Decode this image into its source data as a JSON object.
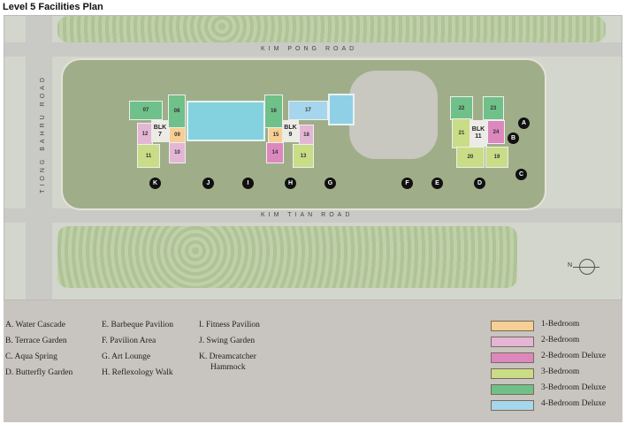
{
  "title": "Level 5 Facilities Plan",
  "roads": {
    "top": "KIM PONG ROAD",
    "bottom": "KIM TIAN ROAD",
    "left": "TIONG BAHRU ROAD"
  },
  "blocks": [
    {
      "label": "BLK",
      "num": "7"
    },
    {
      "label": "BLK",
      "num": "9"
    },
    {
      "label": "BLK",
      "num": "11"
    }
  ],
  "units": [
    "07",
    "08",
    "12",
    "09",
    "11",
    "10",
    "16",
    "17",
    "15",
    "18",
    "14",
    "13",
    "22",
    "23",
    "21",
    "24",
    "20",
    "19"
  ],
  "markers": [
    "A",
    "B",
    "C",
    "D",
    "E",
    "F",
    "G",
    "H",
    "I",
    "J",
    "K"
  ],
  "compass": "N",
  "facilities": [
    [
      "A.  Water Cascade",
      "B.  Terrace Garden",
      "C.  Aqua Spring",
      "D.  Butterfly Garden"
    ],
    [
      "E.  Barbeque Pavilion",
      "F.  Pavilion Area",
      "G.  Art Lounge",
      "H.  Reflexology Walk"
    ],
    [
      "I.  Fitness Pavilion",
      "J.  Swing Garden",
      "K.  Dreamcatcher",
      "Hammock"
    ]
  ],
  "legend": [
    {
      "label": "1-Bedroom",
      "color": "#f6cf94"
    },
    {
      "label": "2-Bedroom",
      "color": "#e3b6d6"
    },
    {
      "label": "2-Bedroom Deluxe",
      "color": "#dc88bf"
    },
    {
      "label": "3-Bedroom",
      "color": "#c9dc86"
    },
    {
      "label": "3-Bedroom Deluxe",
      "color": "#6fc089"
    },
    {
      "label": "4-Bedroom Deluxe",
      "color": "#a6d6ec"
    }
  ]
}
